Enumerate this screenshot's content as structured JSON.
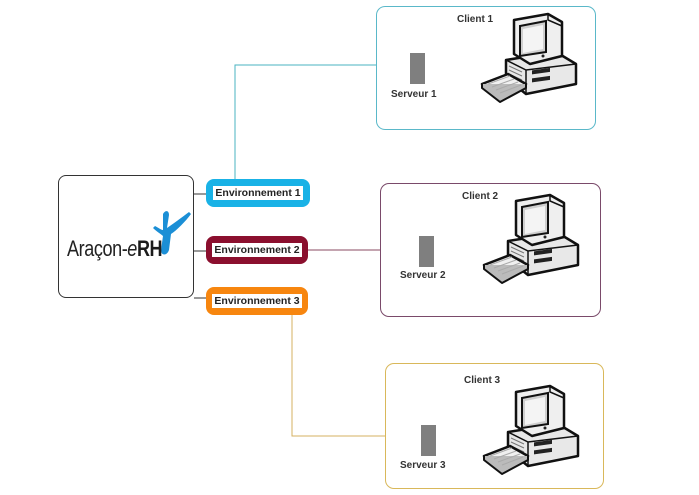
{
  "logo": {
    "text_main": "Araçon-",
    "text_e": "e",
    "text_rh": "RH",
    "figure_color": "#1b8fd6"
  },
  "environments": [
    {
      "label": "Environnement 1",
      "color": "#19b2e6"
    },
    {
      "label": "Environnement 2",
      "color": "#8b0f2e"
    },
    {
      "label": "Environnement 3",
      "color": "#f7860f"
    }
  ],
  "clients": [
    {
      "title": "Client 1",
      "server_label": "Serveur 1",
      "border_color": "#5ab8c9",
      "line_color": "#4ab3c2"
    },
    {
      "title": "Client 2",
      "server_label": "Serveur 2",
      "border_color": "#7a4a6a",
      "line_color": "#8a4a62"
    },
    {
      "title": "Client 3",
      "server_label": "Serveur 3",
      "border_color": "#d9b85a",
      "line_color": "#d4b060"
    }
  ],
  "icons": {
    "server": "server-icon",
    "computer": "desktop-computer-icon",
    "logo_figure": "person-figure-icon"
  }
}
